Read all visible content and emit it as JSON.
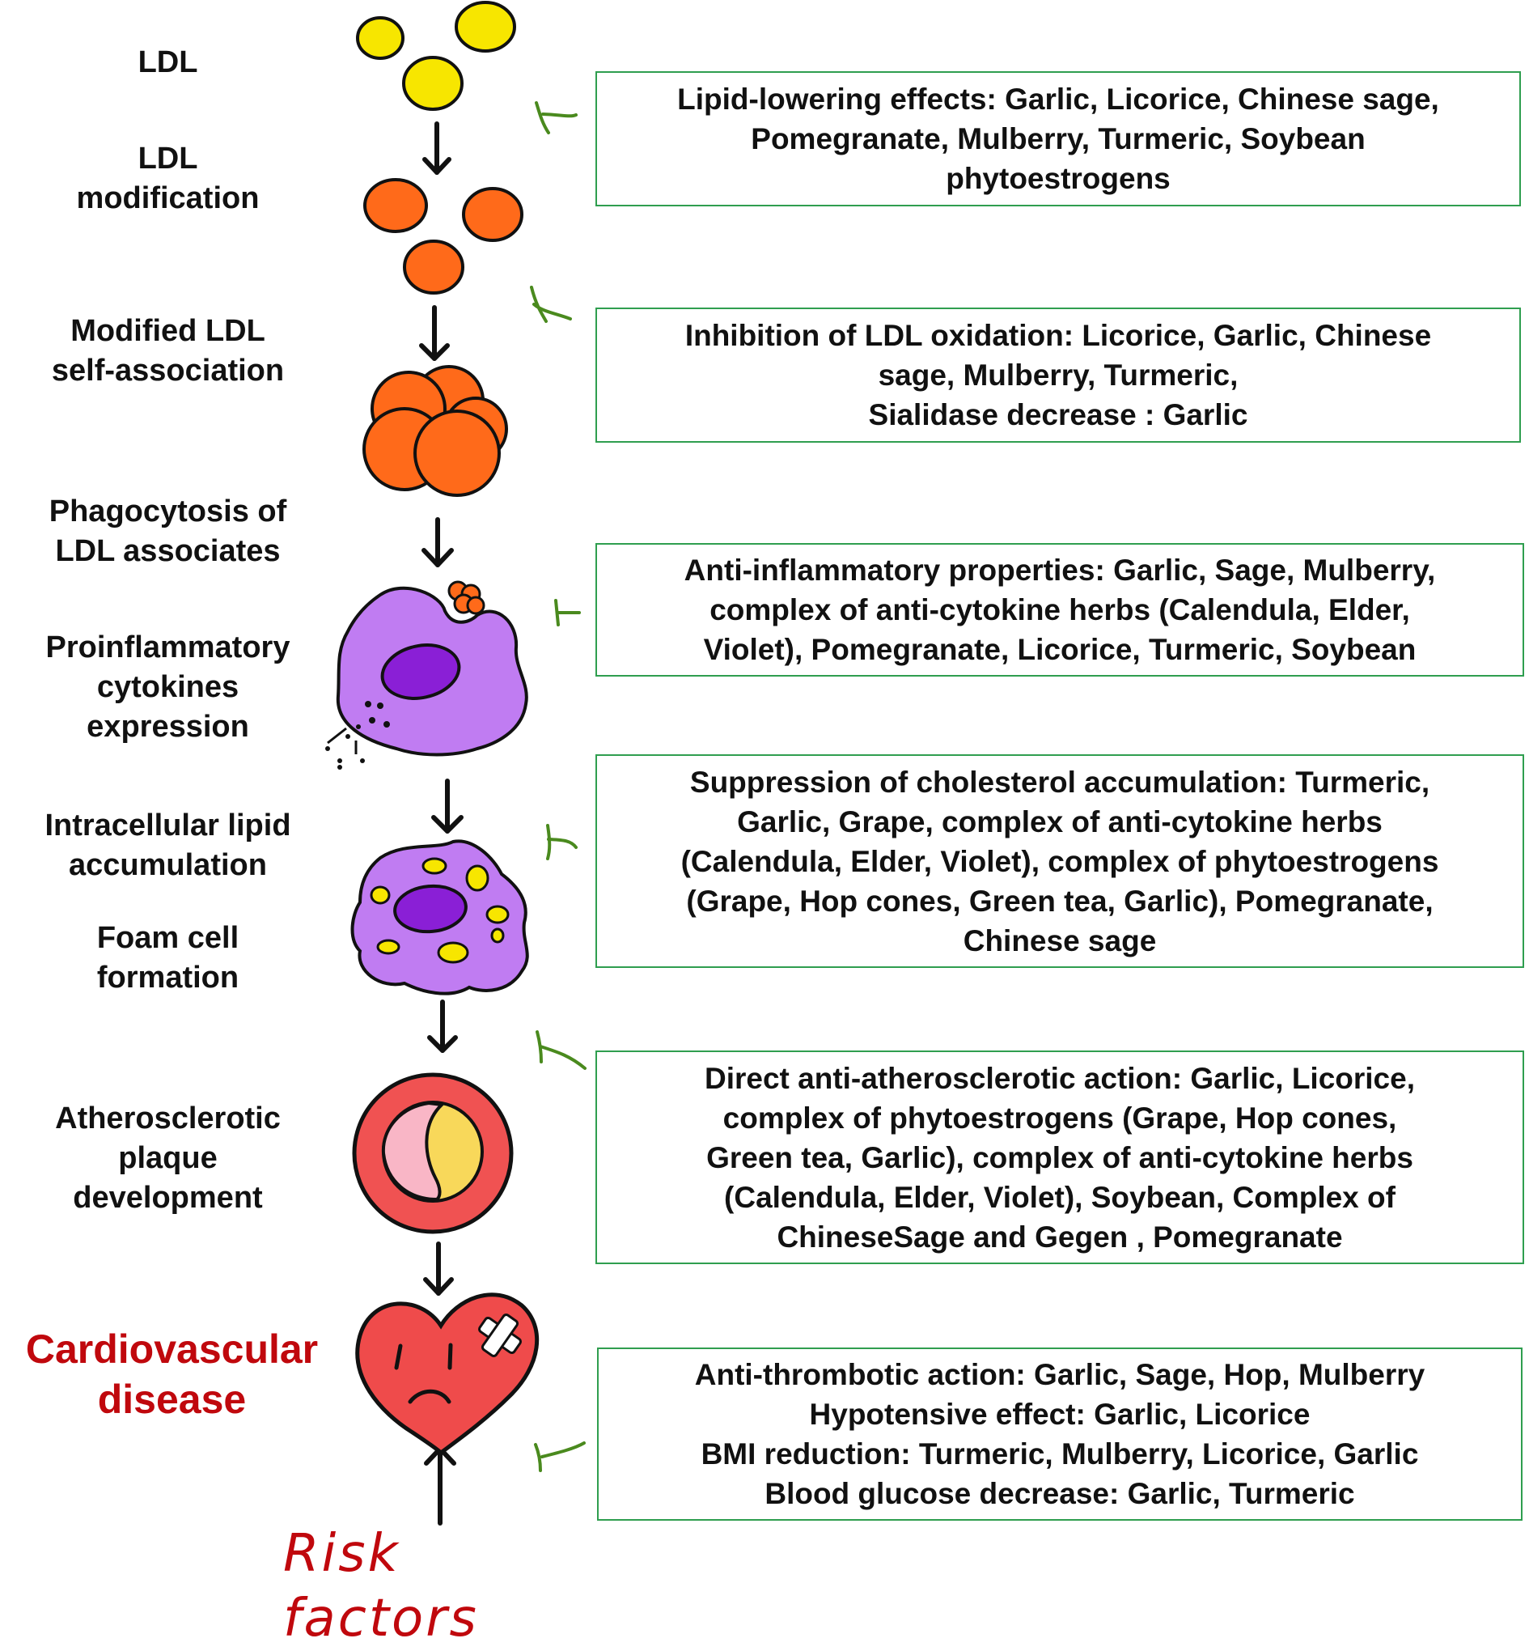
{
  "stages": [
    {
      "id": "ldl",
      "label": "LDL"
    },
    {
      "id": "ldl-modification",
      "label": "LDL\nmodification"
    },
    {
      "id": "self-association",
      "label": "Modified LDL\nself-association"
    },
    {
      "id": "phagocytosis",
      "label": "Phagocytosis of\nLDL associates"
    },
    {
      "id": "cytokines",
      "label": "Proinflammatory\ncytokines\nexpression"
    },
    {
      "id": "lipid-accumulation",
      "label": "Intracellular lipid\naccumulation"
    },
    {
      "id": "foam-cell",
      "label": "Foam cell\nformation"
    },
    {
      "id": "plaque",
      "label": "Atherosclerotic\nplaque\ndevelopment"
    },
    {
      "id": "cvd",
      "label": "Cardiovascular\ndisease"
    }
  ],
  "interventions": [
    {
      "id": "lipid-lowering",
      "text": "Lipid-lowering effects: Garlic, Licorice, Chinese sage,\nPomegranate, Mulberry, Turmeric, Soybean\nphytoestrogens"
    },
    {
      "id": "ldl-oxidation",
      "text": "Inhibition of LDL oxidation: Licorice, Garlic, Chinese\nsage, Mulberry,  Turmeric,\nSialidase decrease : Garlic"
    },
    {
      "id": "anti-inflammatory",
      "text": "Anti-inflammatory properties: Garlic, Sage, Mulberry,\ncomplex of anti-cytokine herbs (Calendula, Elder,\nViolet), Pomegranate, Licorice, Turmeric, Soybean"
    },
    {
      "id": "cholesterol-accumulation",
      "text": "Suppression of cholesterol accumulation: Turmeric,\nGarlic, Grape, complex of anti-cytokine herbs\n(Calendula, Elder, Violet), complex of phytoestrogens\n(Grape, Hop cones, Green tea, Garlic), Pomegranate,\nChinese sage"
    },
    {
      "id": "anti-atherosclerotic",
      "text": "Direct anti-atherosclerotic action: Garlic, Licorice,\ncomplex of phytoestrogens (Grape, Hop cones,\nGreen tea, Garlic), complex of anti-cytokine herbs\n(Calendula, Elder, Violet), Soybean, Complex of\nChineseSage and Gegen , Pomegranate"
    },
    {
      "id": "anti-thrombotic",
      "text": "Anti-thrombotic action: Garlic, Sage, Hop, Mulberry\nHypotensive effect: Garlic, Licorice\nBMI reduction: Turmeric, Mulberry, Licorice, Garlic\nBlood glucose decrease: Garlic, Turmeric"
    }
  ],
  "risk_factors": "Risk factors",
  "colors": {
    "ldl_yellow": "#f7e600",
    "modified_orange": "#ff6a1a",
    "cell_purple": "#c07cf2",
    "nucleus_purple": "#8a1fd6",
    "plaque_red": "#f05252",
    "box_border": "#2f9e4f",
    "inhibitor_green": "#4a8a1e",
    "disease_red": "#c0080d"
  },
  "icons": [
    "ldl-particles",
    "modified-ldl-particles",
    "ldl-cluster",
    "macrophage",
    "foam-cell",
    "artery-cross-section",
    "sad-heart"
  ]
}
